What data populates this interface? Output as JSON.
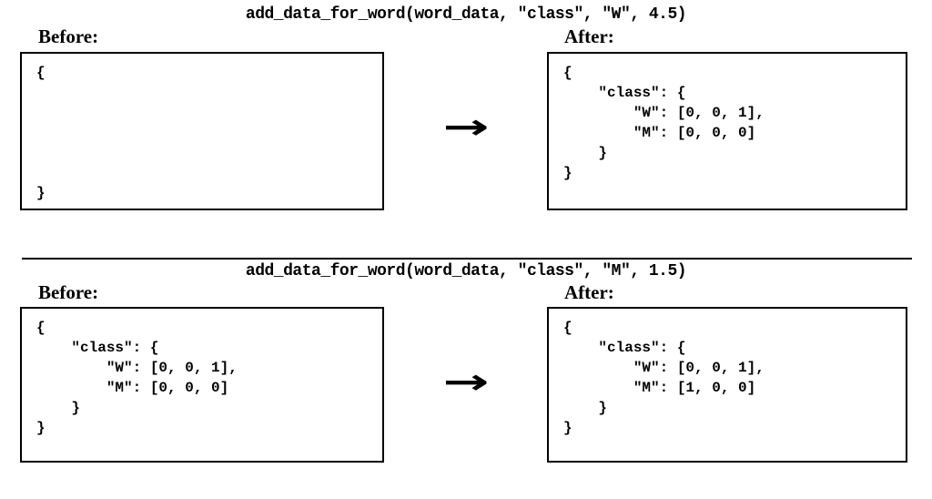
{
  "examples": [
    {
      "title": "add_data_for_word(word_data, \"class\", \"W\", 4.5)",
      "before_label": "Before:",
      "after_label": "After:",
      "arrow_glyph": "→",
      "before_code": "{\n\n\n\n\n\n}",
      "after_code": "{\n    \"class\": {\n        \"W\": [0, 0, 1],\n        \"M\": [0, 0, 0]\n    }\n}"
    },
    {
      "title": "add_data_for_word(word_data, \"class\", \"M\", 1.5)",
      "before_label": "Before:",
      "after_label": "After:",
      "arrow_glyph": "→",
      "before_code": "{\n    \"class\": {\n        \"W\": [0, 0, 1],\n        \"M\": [0, 0, 0]\n    }\n}",
      "after_code": "{\n    \"class\": {\n        \"W\": [0, 0, 1],\n        \"M\": [1, 0, 0]\n    }\n}"
    }
  ]
}
